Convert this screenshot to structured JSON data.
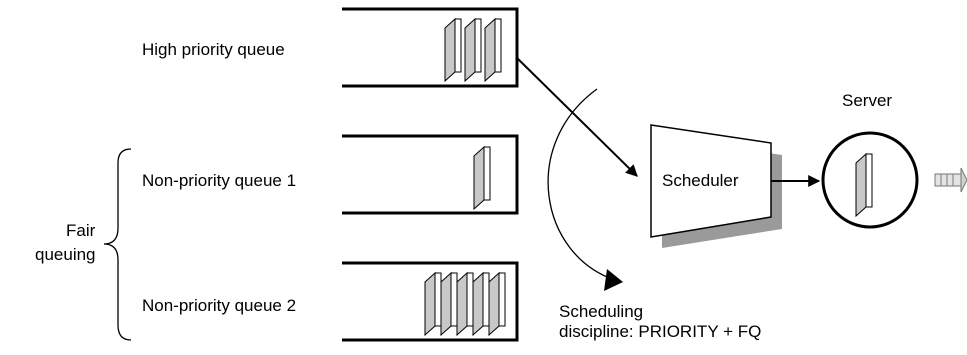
{
  "queues": [
    {
      "label": "High priority queue",
      "packets": 3
    },
    {
      "label": "Non-priority queue 1",
      "packets": 1
    },
    {
      "label": "Non-priority queue 2",
      "packets": 5
    }
  ],
  "fair_queuing": {
    "line1": "Fair",
    "line2": "queuing"
  },
  "scheduler": {
    "label": "Scheduler"
  },
  "server": {
    "label": "Server"
  },
  "discipline": {
    "line1": "Scheduling",
    "line2": "discipline: PRIORITY + FQ"
  }
}
